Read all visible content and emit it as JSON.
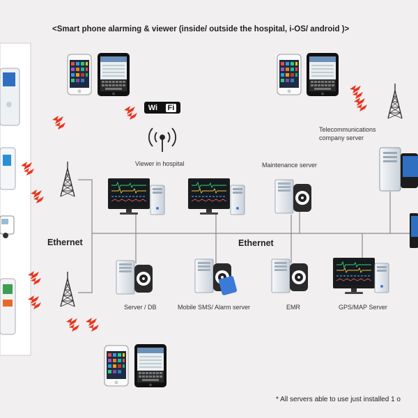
{
  "title": "<Smart phone alarming & viewer (inside/ outside the hospital,  i-OS/ android )>",
  "wifi_badge": {
    "left": "Wi",
    "right": "Fi"
  },
  "labels": {
    "viewer_in_hospital": "Viewer in hospital",
    "maintenance_server": "Maintenance server",
    "telecom_line1": "Telecommunications",
    "telecom_line2": "company server",
    "ethernet_left": "Ethernet",
    "ethernet_center": "Ethernet",
    "server_db": "Server / DB",
    "mobile_sms_alarm": "Mobile SMS/ Alarm server",
    "emr": "EMR",
    "gps_map": "GPS/MAP Server"
  },
  "note": "* All servers able to use just installed 1 o",
  "colors": {
    "background": "#f1eff0",
    "network_line": "#8a8a8a",
    "signal_red": "#e8341c",
    "monitor_bezel": "#1c1c1c",
    "screen_blue": "#2f6fc1",
    "server_body": "#dde4ea",
    "tower": "#333333"
  }
}
